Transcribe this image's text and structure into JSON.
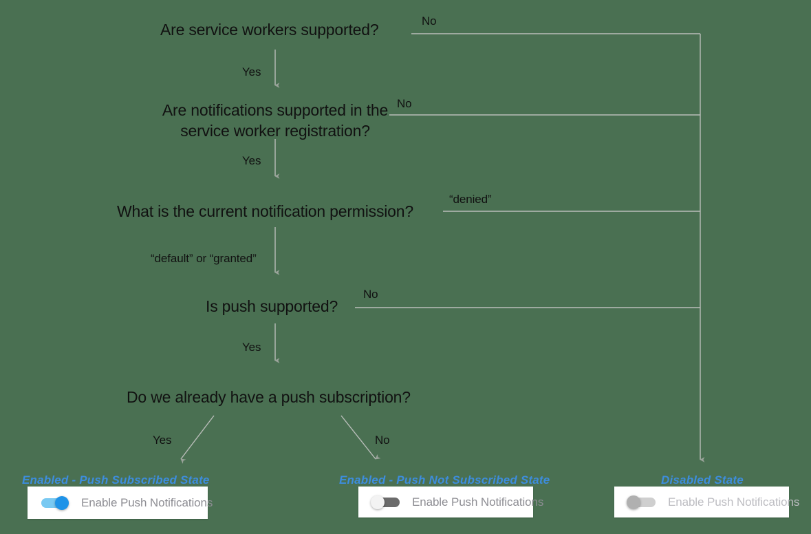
{
  "diagram": {
    "title": "Push notification state decision flow",
    "background_color": "#4a7052",
    "line_color": "#b9bdb9",
    "text_color": "#111111",
    "state_label_color": "#3d8ddd"
  },
  "nodes": [
    {
      "id": "sw-supported",
      "text": "Are service workers supported?"
    },
    {
      "id": "notif-supported",
      "text": "Are notifications supported in the service worker registration?"
    },
    {
      "id": "permission",
      "text": "What is the current notification permission?"
    },
    {
      "id": "push-supported",
      "text": "Is push supported?"
    },
    {
      "id": "has-subscription",
      "text": "Do we already have a push subscription?"
    }
  ],
  "edge_labels": {
    "sw_no": "No",
    "sw_yes": "Yes",
    "notif_no": "No",
    "notif_yes": "Yes",
    "perm_denied": "“denied”",
    "perm_default_granted": "“default” or “granted”",
    "push_no": "No",
    "push_yes": "Yes",
    "sub_yes": "Yes",
    "sub_no": "No"
  },
  "outcomes": [
    {
      "id": "enabled-subscribed",
      "state_label": "Enabled - Push Subscribed State",
      "toggle": {
        "label": "Enable Push Notifications",
        "state": "on"
      }
    },
    {
      "id": "enabled-not-subscribed",
      "state_label": "Enabled - Push Not Subscribed State",
      "toggle": {
        "label": "Enable Push Notifications",
        "state": "off"
      }
    },
    {
      "id": "disabled",
      "state_label": "Disabled State",
      "toggle": {
        "label": "Enable Push Notifications",
        "state": "disabled"
      }
    }
  ]
}
